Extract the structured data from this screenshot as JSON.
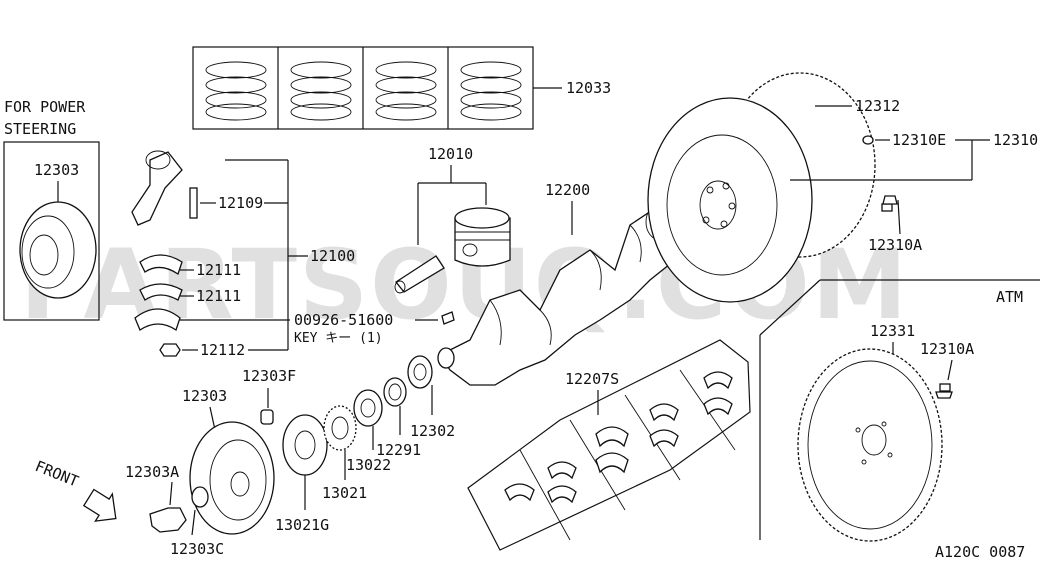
{
  "labels": {
    "for_power_steering_1": "FOR POWER",
    "for_power_steering_2": "STEERING",
    "p12303_top": "12303",
    "p12109": "12109",
    "p12100": "12100",
    "p12111_a": "12111",
    "p12111_b": "12111",
    "p12112": "12112",
    "p00926": "00926-51600",
    "key_text": "KEY  キー  (1)",
    "p12010": "12010",
    "p12200": "12200",
    "p12033": "12033",
    "p12312": "12312",
    "p12310E": "12310E",
    "p12310": "12310",
    "p12310A_top": "12310A",
    "atm": "ATM",
    "p12331": "12331",
    "p12310A_bot": "12310A",
    "p12207S": "12207S",
    "p12303F": "12303F",
    "p12303_mid": "12303",
    "p12302": "12302",
    "p12291": "12291",
    "p13022": "13022",
    "p13021": "13021",
    "p13021G": "13021G",
    "p12303A": "12303A",
    "p12303C": "12303C",
    "front": "FRONT",
    "diagram_code": "A120C 0087"
  },
  "watermark": "PARTSOUQ.COM"
}
